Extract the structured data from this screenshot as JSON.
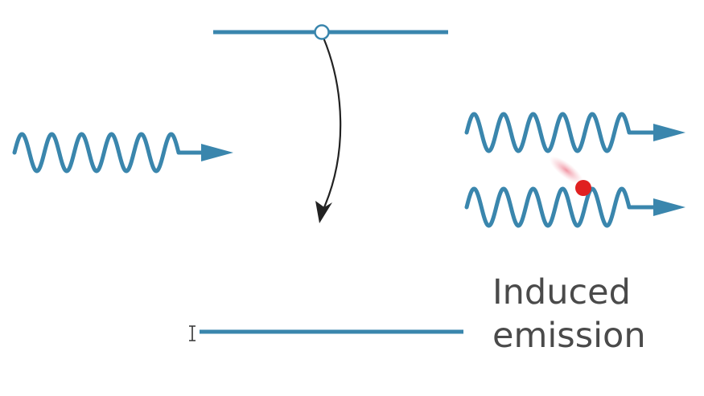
{
  "diagram": {
    "caption_line1": "Induced",
    "caption_line2": "emission",
    "colors": {
      "level_line": "#3a86ad",
      "photon_wave": "#3a86ad",
      "transition_arrow": "#222222",
      "electron": "#e02020",
      "caption_text": "#4a4a4a"
    },
    "icons": {
      "incoming_photon": "wave-arrow",
      "outgoing_photons": "wave-arrow",
      "electron": "filled-circle",
      "vacancy": "hollow-circle",
      "cursor": "text-cursor"
    }
  }
}
